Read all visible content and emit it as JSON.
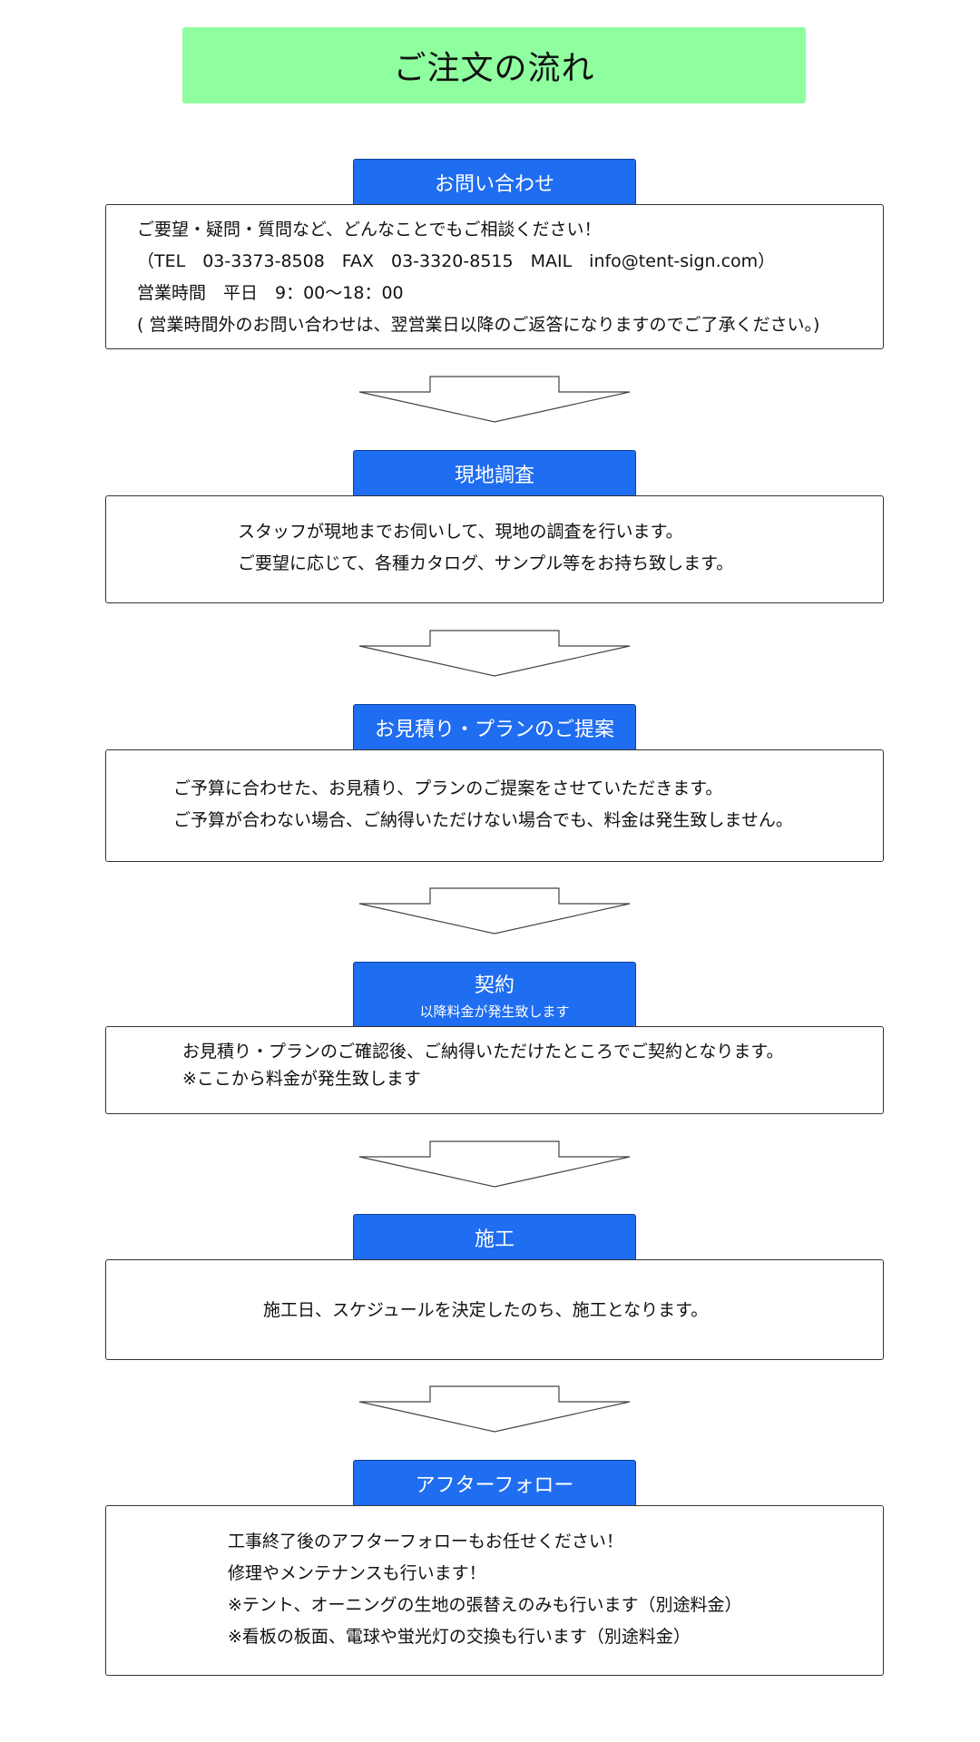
{
  "page_title": "ご注文の流れ",
  "steps": [
    {
      "header": "お問い合わせ",
      "lines": [
        "ご要望・疑問・質問など、どんなことでもご相談ください！",
        "（TEL　03-3373-8508　FAX　03-3320-8515　MAIL　info@tent-sign.com）",
        "営業時間　平日　9：00～18：00",
        "( 営業時間外のお問い合わせは、翌営業日以降のご返答になりますのでご了承ください。)"
      ]
    },
    {
      "header": "現地調査",
      "lines": [
        "スタッフが現地までお伺いして、現地の調査を行います。",
        "ご要望に応じて、各種カタログ、サンプル等をお持ち致します。"
      ]
    },
    {
      "header": "お見積り・プランのご提案",
      "lines": [
        "ご予算に合わせた、お見積り、プランのご提案をさせていただきます。",
        "ご予算が合わない場合、ご納得いただけない場合でも、料金は発生致しません。"
      ]
    },
    {
      "header": "契約",
      "subheader": "以降料金が発生致します",
      "lines": [
        "お見積り・プランのご確認後、ご納得いただけたところでご契約となります。",
        "※ここから料金が発生致します"
      ]
    },
    {
      "header": "施工",
      "lines": [
        "施工日、スケジュールを決定したのち、施工となります。"
      ]
    },
    {
      "header": "アフターフォロー",
      "lines": [
        "工事終了後のアフターフォローもお任せください！",
        "修理やメンテナンスも行います！",
        "※テント、オーニングの生地の張替えのみも行います（別途料金）",
        "※看板の板面、電球や蛍光灯の交換も行います（別途料金）"
      ]
    }
  ],
  "colors": {
    "title_banner": "#8efe9f",
    "step_header": "#1f6df0"
  }
}
